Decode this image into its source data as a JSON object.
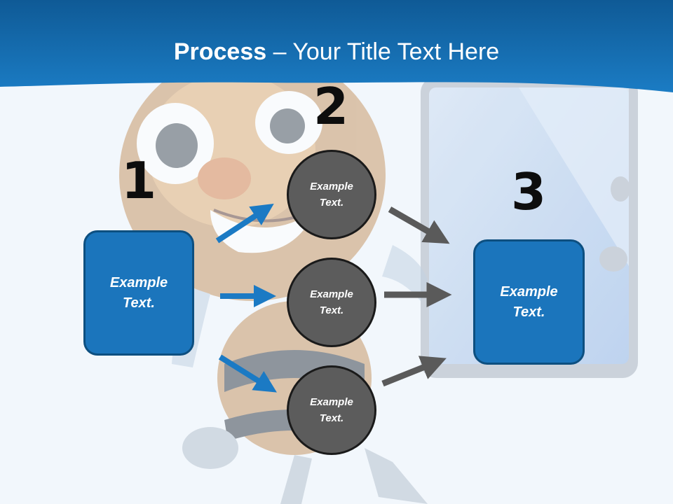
{
  "header": {
    "title_bold": "Process",
    "title_rest": " – Your Title Text Here"
  },
  "steps": {
    "step1": {
      "number": "1",
      "line1": "Example",
      "line2": "Text."
    },
    "step2": {
      "number": "2",
      "circles": [
        {
          "line1": "Example",
          "line2": "Text."
        },
        {
          "line1": "Example",
          "line2": "Text."
        },
        {
          "line1": "Example",
          "line2": "Text."
        }
      ]
    },
    "step3": {
      "number": "3",
      "line1": "Example",
      "line2": "Text."
    }
  },
  "colors": {
    "header_blue": "#1b75bc",
    "box_blue": "#1b75bc",
    "circle_gray": "#5c5c5c",
    "arrow_blue": "#1b7ac4",
    "arrow_gray": "#5a5a5a"
  }
}
